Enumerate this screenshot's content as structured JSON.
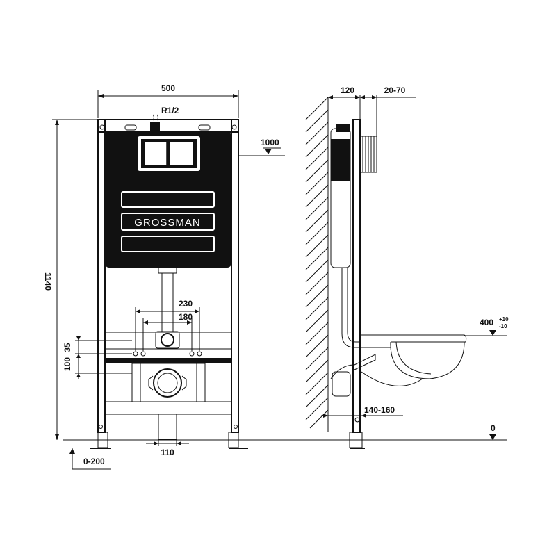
{
  "brand": "GROSSMAN",
  "dimensions": {
    "frame_width": "500",
    "pipe_size": "R1/2",
    "height_1000": "1000",
    "total_height": "1140",
    "spacing_230": "230",
    "spacing_180": "180",
    "offset_35": "35",
    "offset_100": "100",
    "bottom_width": "110",
    "leg_adjust": "0-200",
    "wall_gap": "120",
    "flush_depth": "20-70",
    "bowl_height": "400",
    "bowl_height_upper_tol": "+10",
    "bowl_height_lower_tol": "-10",
    "outlet_depth": "140-160",
    "floor_level": "0"
  }
}
